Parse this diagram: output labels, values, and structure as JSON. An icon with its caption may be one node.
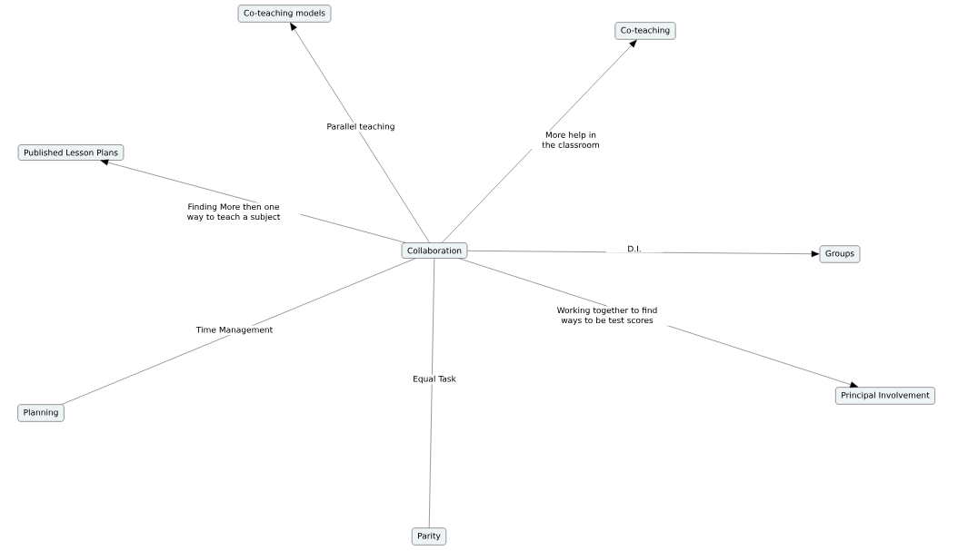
{
  "diagram": {
    "nodes": [
      {
        "text": [
          "Collaboration"
        ]
      },
      {
        "text": [
          "Co-teaching models"
        ]
      },
      {
        "text": [
          "Co-teaching"
        ]
      },
      {
        "text": [
          "Published Lesson Plans"
        ]
      },
      {
        "text": [
          "Groups"
        ]
      },
      {
        "text": [
          "Principal Involvement"
        ]
      },
      {
        "text": [
          "Planning"
        ]
      },
      {
        "text": [
          "Parity"
        ]
      }
    ],
    "edges": [
      {
        "from": 0,
        "to": 1,
        "arrow": "to",
        "label": "Parallel teaching"
      },
      {
        "from": 0,
        "to": 2,
        "arrow": "to",
        "label": "More help in the classroom"
      },
      {
        "from": 0,
        "to": 3,
        "arrow": "to",
        "label": "Finding More then one way to teach a subject"
      },
      {
        "from": 0,
        "to": 4,
        "arrow": "to",
        "label": "D.I."
      },
      {
        "from": 0,
        "to": 5,
        "arrow": "to",
        "label": "Working together to find ways to be test scores"
      },
      {
        "from": 0,
        "to": 6,
        "arrow": "none",
        "label": "Time Management"
      },
      {
        "from": 0,
        "to": 7,
        "arrow": "none",
        "label": "Equal Task"
      }
    ]
  }
}
